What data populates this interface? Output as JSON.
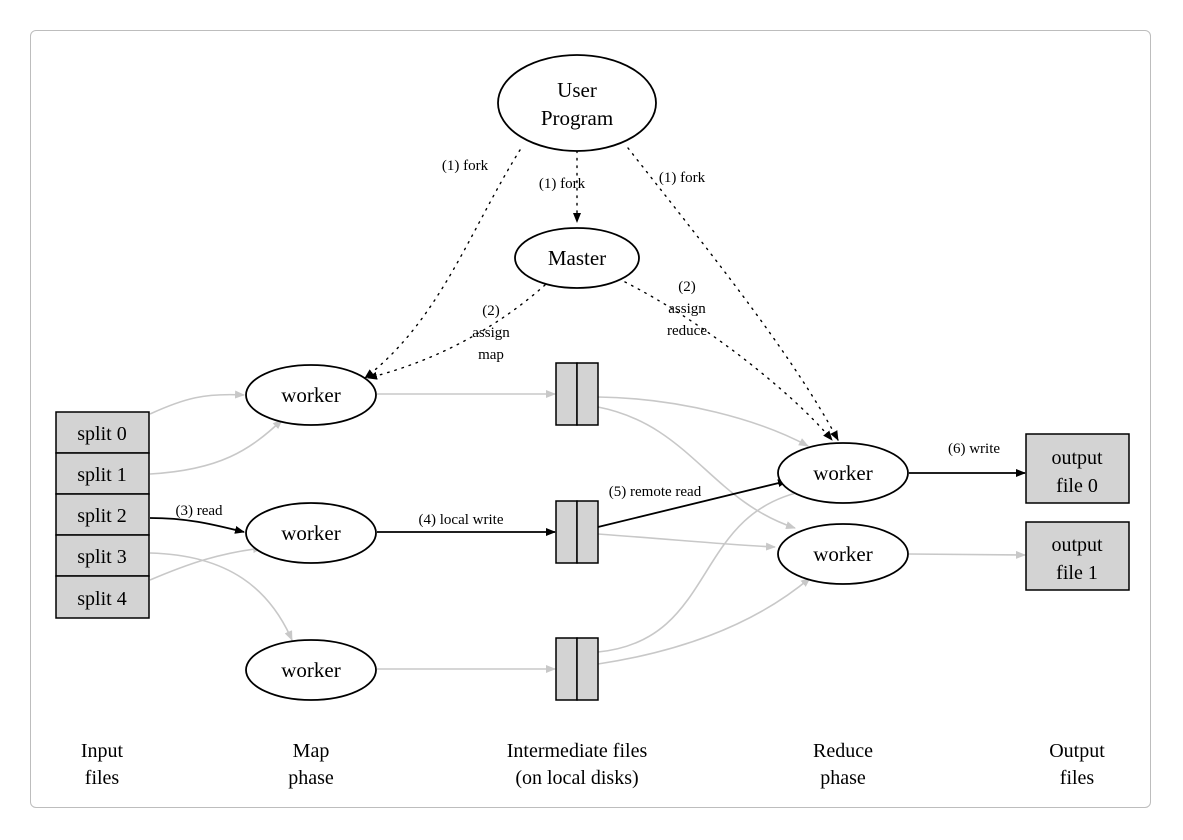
{
  "nodes": {
    "user_program": {
      "line1": "User",
      "line2": "Program"
    },
    "master": "Master",
    "map_worker_1": "worker",
    "map_worker_2": "worker",
    "map_worker_3": "worker",
    "reduce_worker_1": "worker",
    "reduce_worker_2": "worker",
    "splits": [
      "split 0",
      "split 1",
      "split 2",
      "split 3",
      "split 4"
    ],
    "output_file_0": {
      "line1": "output",
      "line2": "file 0"
    },
    "output_file_1": {
      "line1": "output",
      "line2": "file 1"
    }
  },
  "edge_labels": {
    "fork_left": "(1) fork",
    "fork_center": "(1) fork",
    "fork_right": "(1) fork",
    "assign_map": {
      "line1": "(2)",
      "line2": "assign",
      "line3": "map"
    },
    "assign_reduce": {
      "line1": "(2)",
      "line2": "assign",
      "line3": "reduce"
    },
    "read": "(3) read",
    "local_write": "(4) local write",
    "remote_read": "(5) remote read",
    "write": "(6) write"
  },
  "columns": {
    "input": {
      "line1": "Input",
      "line2": "files"
    },
    "map": {
      "line1": "Map",
      "line2": "phase"
    },
    "intermediate": {
      "line1": "Intermediate files",
      "line2": "(on local disks)"
    },
    "reduce": {
      "line1": "Reduce",
      "line2": "phase"
    },
    "output": {
      "line1": "Output",
      "line2": "files"
    }
  },
  "colors": {
    "box_fill": "#d3d3d3",
    "active_edge": "#000000",
    "inactive_edge": "#c8c8c8"
  }
}
